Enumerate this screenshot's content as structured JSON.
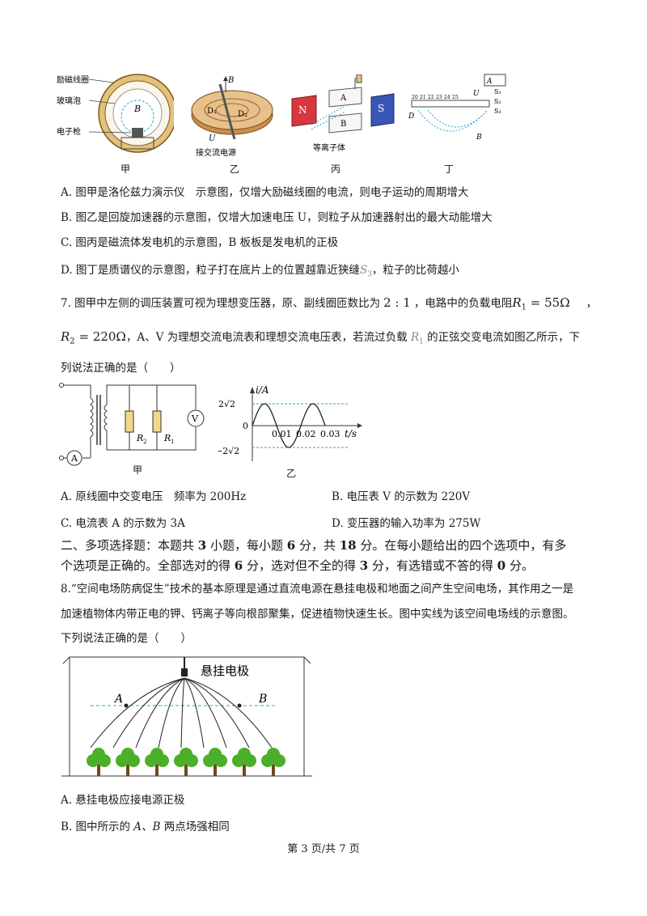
{
  "fig_top": {
    "jia_labels": [
      "励磁线圈",
      "玻璃泡",
      "电子枪"
    ],
    "jia_B": "B",
    "yi_labels": [
      "B",
      "D₁",
      "D₂",
      "U",
      "接交流电源"
    ],
    "bing_labels": [
      "N",
      "S",
      "A",
      "B",
      "等离子体"
    ],
    "ding_labels": [
      "A",
      "U",
      "S₁",
      "S₂",
      "S₃",
      "D",
      "B",
      "20",
      "21",
      "22",
      "23",
      "24",
      "25"
    ],
    "captions": [
      "甲",
      "乙",
      "丙",
      "丁"
    ]
  },
  "q6": {
    "A": "A. 图甲是洛伦兹力演示仪　示意图，仅增大励磁线圈的电流，则电子运动的周期增大",
    "B": "B. 图乙是回旋加速器的示意图，仅增大加速电压 U，则粒子从加速器射出的最大动能增大",
    "C": "C. 图丙是磁流体发电机的示意图，B 板板是发电机的正极",
    "D_pre": "D. 图丁是质谱仪的示意图，粒子打在底片上的位置越靠近狭缝",
    "D_sym": "S",
    "D_sub": "3",
    "D_post": "，粒子的比荷越小"
  },
  "q7": {
    "line1_pre": "7. 图甲中左侧的调压装置可视为理想变压器，原、副线圈匝数比为",
    "ratio": "2 : 1",
    "line1_mid": "，电路中的负载电阻",
    "R1": "R",
    "R1sub": "1",
    "R1val": " = 55Ω",
    "line1_post": "，",
    "R2": "R",
    "R2sub": "2",
    "R2val": " = 220Ω",
    "line2_mid": "，A、V 为理想交流电流表和理想交流电压表，若流过负载",
    "line2_R": "R",
    "line2_Rsub": "1",
    "line2_post": "的正弦交变电流如图乙所示，下",
    "line3": "列说法正确的是（　　）",
    "A": "A. 原线圈中交变电压　频率为 200Hz",
    "B": "B. 电压表 V 的示数为 220V",
    "C": "C. 电流表 A 的示数为 3A",
    "D": "D. 变压器的输入功率为 275W"
  },
  "fig_q7": {
    "jia_caption": "甲",
    "yi_caption": "乙",
    "A_meter": "A",
    "V_meter": "V",
    "R2": "R",
    "R2sub": "2",
    "R1": "R",
    "R1sub": "1",
    "i_axis": "i/A",
    "t_axis": "t/s",
    "y_top": "2√2",
    "y_zero": "0",
    "y_bot": "−2√2",
    "x_ticks": [
      "0.01",
      "0.02",
      "0.03"
    ]
  },
  "chart_data": {
    "type": "line",
    "function": "sine",
    "amplitude": "2√2",
    "period": 0.02,
    "x": [
      0,
      0.005,
      0.01,
      0.015,
      0.02,
      0.025,
      0.03
    ],
    "y": [
      0,
      2.83,
      0,
      -2.83,
      0,
      2.83,
      0
    ],
    "xlabel": "t/s",
    "ylabel": "i/A",
    "xticks": [
      "0.01",
      "0.02",
      "0.03"
    ],
    "yticks": [
      "2√2",
      "0",
      "−2√2"
    ]
  },
  "section2": {
    "line1_a": "二、多项选择题：本题共 ",
    "n1": "3",
    "line1_b": " 小题，每小题 ",
    "n2": "6",
    "line1_c": " 分，共 ",
    "n3": "18",
    "line1_d": " 分。在每小题给出的四个选项中，有多",
    "line2_a": "个选项是正确的。全部选对的得 ",
    "n4": "6",
    "line2_b": " 分，选对但不全的得 ",
    "n5": "3",
    "line2_c": " 分，有选错或不答的得 ",
    "n6": "0",
    "line2_d": " 分。"
  },
  "q8": {
    "line1": "8.“空间电场防病促生”技术的基本原理是通过直流电源在悬挂电极和地面之间产生空间电场，其作用之一是",
    "line2": "加速植物体内带正电的钾、钙离子等向根部聚集，促进植物快速生长。图中实线为该空间电场线的示意图。",
    "line3": "下列说法正确的是（　　）",
    "fig_label": "悬挂电极",
    "point_A": "A",
    "point_B": "B",
    "A": "A. 悬挂电极应接电源正极",
    "B_pre": "B. 图中所示的 ",
    "B_AB": "A、B",
    "B_post": " 两点场强相同"
  },
  "footer": "第 3 页/共 7 页",
  "colors": {
    "text": "#1a1a1a",
    "dashed": "#2aa7c9",
    "tree_green": "#4caf2a",
    "magnet_red": "#d9363e",
    "magnet_blue": "#3a56b5"
  }
}
